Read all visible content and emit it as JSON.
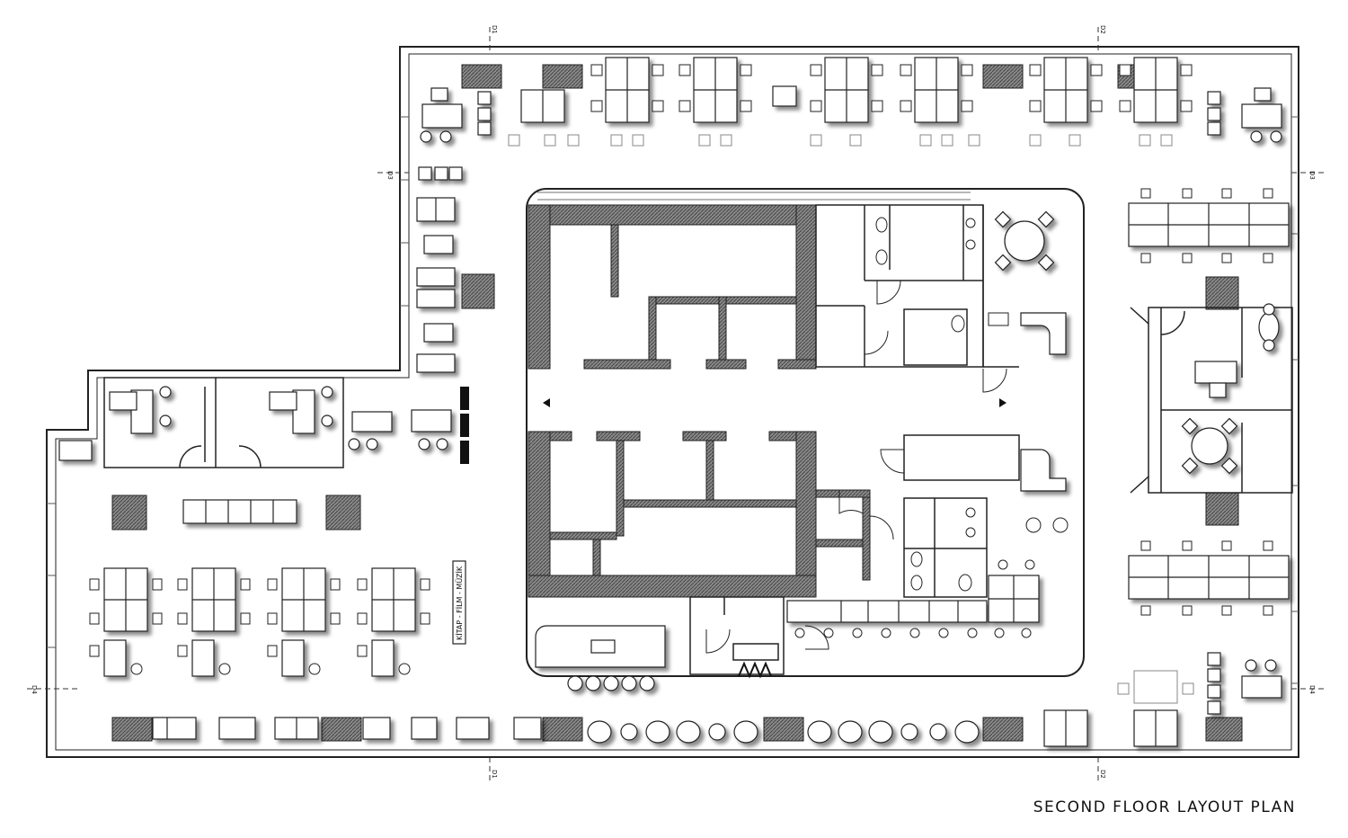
{
  "caption": "SECOND FLOOR LAYOUT PLAN",
  "bookshelf_label": "KİTAP - FİLM - MÜZİK",
  "section_marks": {
    "d1": "D1",
    "d2": "D2",
    "d3": "D3",
    "d4": "D4"
  }
}
